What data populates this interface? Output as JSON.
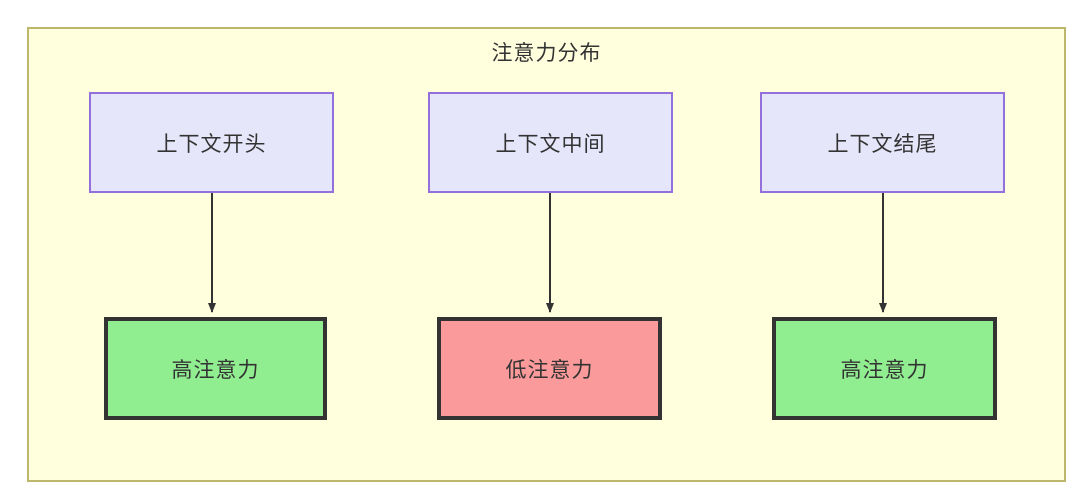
{
  "diagram": {
    "title": "注意力分布",
    "colors": {
      "container_fill": "#ffffde",
      "container_border": "#bdb76b",
      "source_fill": "#e6e6fa",
      "source_border": "#9370db",
      "high_fill": "#90ee90",
      "low_fill": "#fa9a9a",
      "sink_border": "#333333",
      "edge": "#333333",
      "text": "#333333"
    },
    "nodes": {
      "sources": [
        {
          "id": "context-start",
          "label": "上下文开头"
        },
        {
          "id": "context-middle",
          "label": "上下文中间"
        },
        {
          "id": "context-end",
          "label": "上下文结尾"
        }
      ],
      "sinks": [
        {
          "id": "high-attention-left",
          "label": "高注意力",
          "level": "high"
        },
        {
          "id": "low-attention-middle",
          "label": "低注意力",
          "level": "low"
        },
        {
          "id": "high-attention-right",
          "label": "高注意力",
          "level": "high"
        }
      ]
    },
    "edges": [
      {
        "from": "context-start",
        "to": "high-attention-left",
        "label": ""
      },
      {
        "from": "context-middle",
        "to": "low-attention-middle",
        "label": ""
      },
      {
        "from": "context-end",
        "to": "high-attention-right",
        "label": ""
      }
    ]
  }
}
